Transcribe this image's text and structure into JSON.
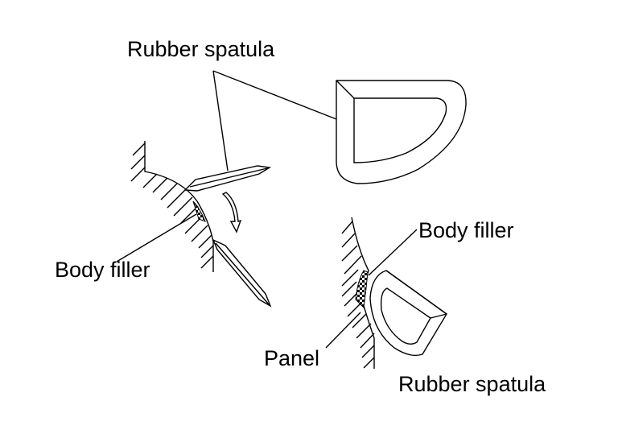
{
  "labels": {
    "rubber_spatula_top": "Rubber spatula",
    "body_filler_left": "Body filler",
    "body_filler_right": "Body filler",
    "panel": "Panel",
    "rubber_spatula_bottom": "Rubber spatula"
  },
  "colors": {
    "line": "#000000",
    "background": "#ffffff"
  }
}
